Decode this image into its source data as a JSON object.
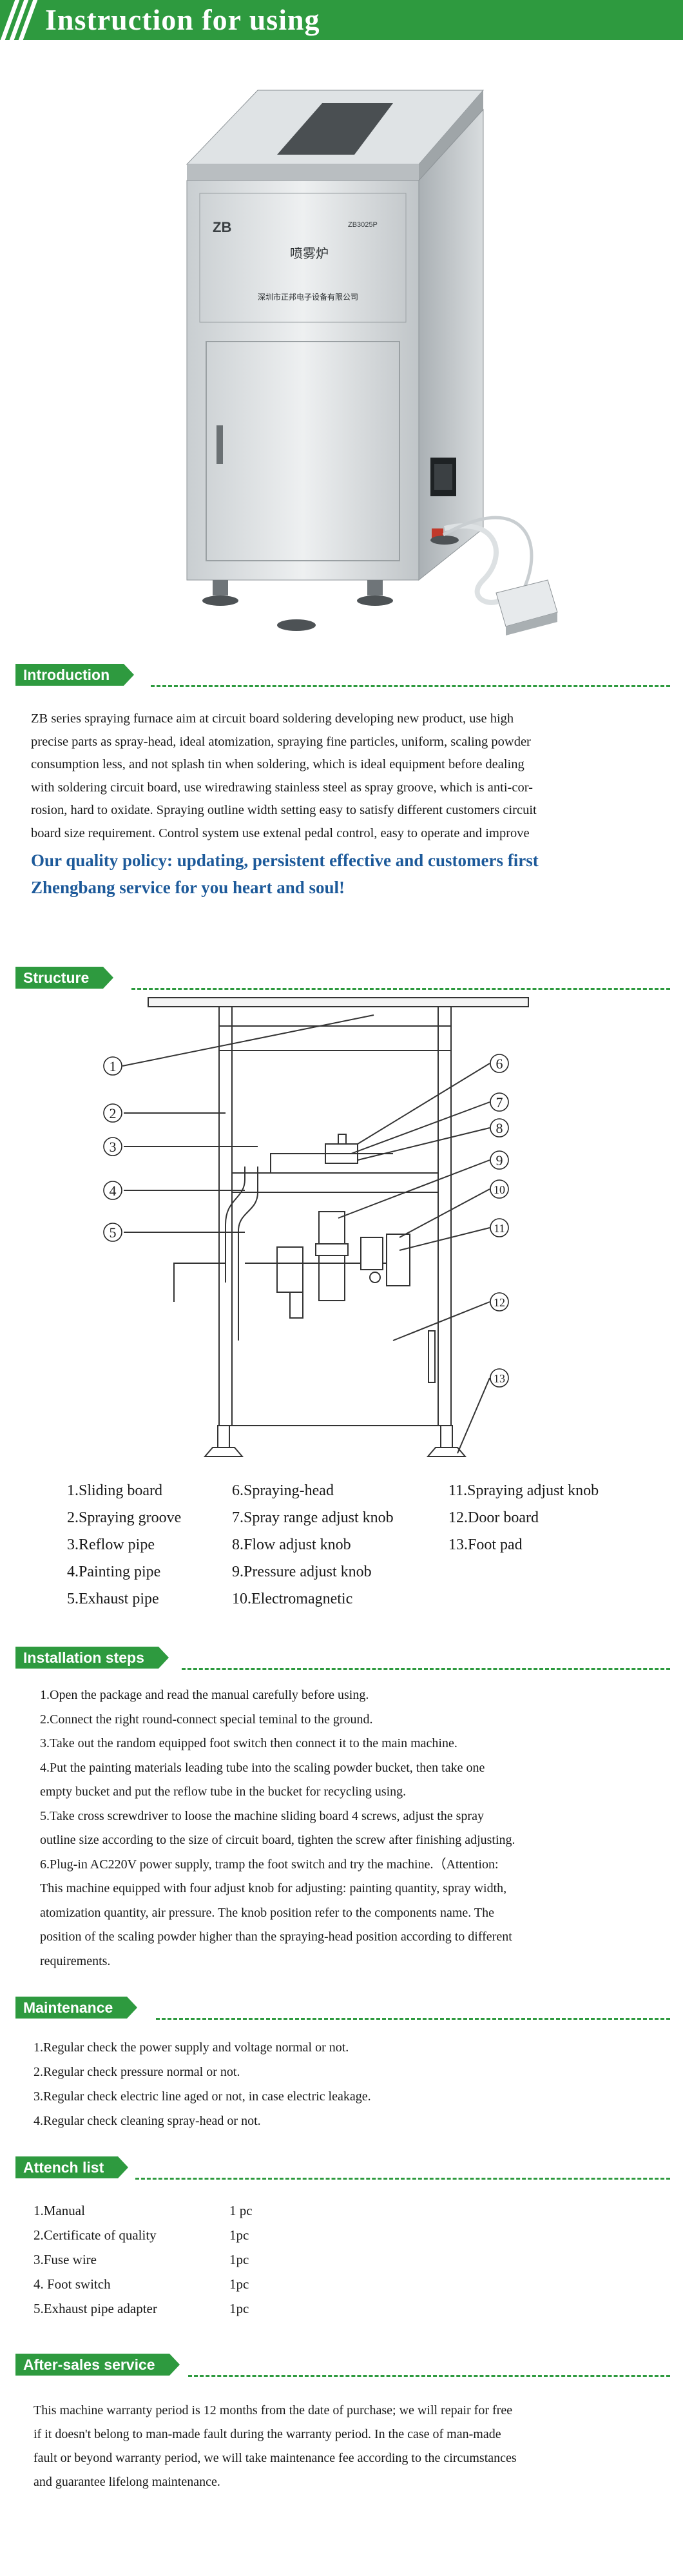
{
  "page_title": "Instruction for using",
  "machine_photo": {
    "brand_logo": "ZB",
    "model": "ZB3025P",
    "cn_name": "喷雾炉",
    "cn_company": "深圳市正邦电子设备有限公司"
  },
  "introduction": {
    "heading": "Introduction",
    "lines": [
      "ZB series spraying furnace aim at circuit board soldering developing new product, use high",
      "precise parts as spray-head, ideal atomization, spraying fine particles, uniform, scaling powder",
      "consumption less, and not splash tin when soldering, which is ideal equipment before dealing",
      "with soldering circuit board, use wiredrawing stainless steel as spray groove, which is anti-cor-",
      "rosion, hard to oxidate. Spraying outline width setting easy to satisfy different customers circuit",
      "board size requirement. Control system use extenal pedal control, easy to operate and improve"
    ],
    "policy_line1": "Our quality policy: updating, persistent effective and customers first",
    "policy_line2": "Zhengbang service for you heart and soul!"
  },
  "structure": {
    "heading": "Structure",
    "callouts": [
      "1",
      "2",
      "3",
      "4",
      "5",
      "6",
      "7",
      "8",
      "9",
      "10",
      "11",
      "12",
      "13"
    ],
    "legend_col1": [
      "1.Sliding board",
      "2.Spraying groove",
      "3.Reflow pipe",
      "4.Painting pipe",
      "5.Exhaust pipe"
    ],
    "legend_col2": [
      "6.Spraying-head",
      "7.Spray range adjust knob",
      "8.Flow adjust knob",
      "9.Pressure adjust knob",
      "10.Electromagnetic"
    ],
    "legend_col3": [
      "11.Spraying adjust knob",
      "12.Door board",
      "13.Foot pad"
    ]
  },
  "installation": {
    "heading": "Installation steps",
    "lines": [
      "1.Open the package and read the manual carefully before using.",
      "2.Connect the right round-connect special teminal to the ground.",
      "3.Take out the random equipped foot switch then connect it to the main machine.",
      "4.Put the painting materials leading tube into the scaling powder bucket, then take one",
      "empty bucket and put the reflow tube in the bucket for recycling using.",
      "5.Take cross screwdriver to loose the machine sliding board 4 screws, adjust the spray",
      "outline size according to the size of circuit board, tighten the screw after finishing adjusting.",
      "6.Plug-in AC220V power supply, tramp the foot switch and try the machine.（Attention:",
      "This machine equipped with four adjust knob for adjusting: painting quantity, spray width,",
      "atomization quantity, air pressure. The knob position refer to the components name. The",
      "position of the scaling powder higher than the spraying-head position according to different",
      "requirements."
    ]
  },
  "maintenance": {
    "heading": "Maintenance",
    "lines": [
      "1.Regular check the power supply and voltage normal or not.",
      "2.Regular check pressure normal or not.",
      "3.Regular check electric line aged or not, in case electric leakage.",
      "4.Regular check cleaning spray-head or not."
    ]
  },
  "attach": {
    "heading": "Attench list",
    "items": [
      {
        "name": "1.Manual",
        "qty": "1 pc"
      },
      {
        "name": "2.Certificate of quality",
        "qty": "1pc"
      },
      {
        "name": "3.Fuse wire",
        "qty": "1pc"
      },
      {
        "name": "4. Foot switch",
        "qty": "1pc"
      },
      {
        "name": "5.Exhaust pipe adapter",
        "qty": "1pc"
      }
    ]
  },
  "aftersales": {
    "heading": "After-sales service",
    "lines": [
      "This machine warranty period is 12 months from the date of purchase; we will repair for free",
      "if it doesn't belong to man-made fault during the warranty period. In the case of man-made",
      "fault or beyond warranty period, we will take maintenance fee according to the circumstances",
      "and guarantee lifelong maintenance."
    ]
  },
  "colors": {
    "accent": "#2e9a3f",
    "policy": "#1d5a9a"
  }
}
